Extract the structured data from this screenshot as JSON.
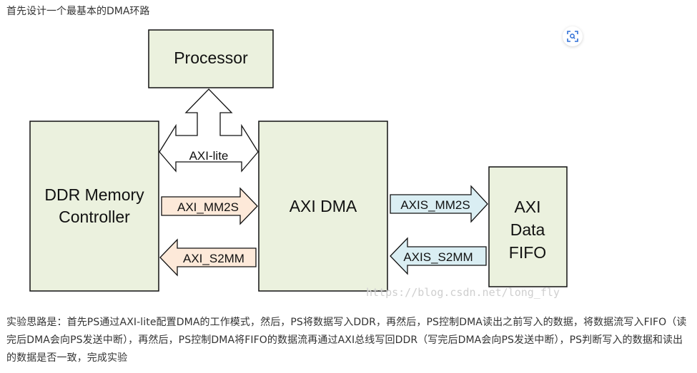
{
  "heading": "首先设计一个最基本的DMA环路",
  "diagram": {
    "boxes": {
      "processor": "Processor",
      "ddr_line1": "DDR Memory",
      "ddr_line2": "Controller",
      "axi_dma": "AXI DMA",
      "fifo_line1": "AXI",
      "fifo_line2": "Data",
      "fifo_line3": "FIFO"
    },
    "arrows": {
      "axi_lite": "AXI-lite",
      "axi_mm2s": "AXI_MM2S",
      "axi_s2mm": "AXI_S2MM",
      "axis_mm2s": "AXIS_MM2S",
      "axis_s2mm": "AXIS_S2MM"
    },
    "watermark": "https://blog.csdn.net/long_fly",
    "colors": {
      "box_fill": "#ebf1de",
      "mm_arrow_fill": "#fde9d9",
      "axis_arrow_fill": "#daeef3",
      "lite_arrow_fill": "#ffffff"
    }
  },
  "description": "实验思路是：首先PS通过AXI-lite配置DMA的工作模式，然后，PS将数据写入DDR，再然后，PS控制DMA读出之前写入的数据，将数据流写入FIFO（读完后DMA会向PS发送中断），再然后，PS控制DMA将FIFO的数据流再通过AXI总线写回DDR（写完后DMA会向PS发送中断），PS判断写入的数据和读出的数据是否一致，完成实验",
  "zoom_icon": "scan-zoom-icon"
}
